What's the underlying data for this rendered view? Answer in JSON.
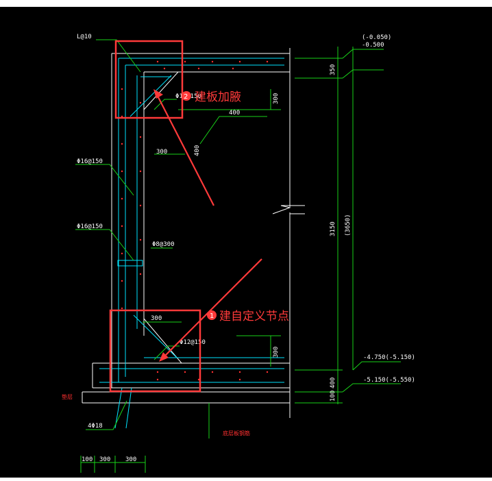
{
  "colors": {
    "background": "#000000",
    "concrete": "#ffffff",
    "rebar": "#00e5ff",
    "dimension": "#19d219",
    "marker": "#ff3a3a",
    "label_yellow": "#e6e600",
    "label_red": "#ff3030"
  },
  "callouts": {
    "haunch": {
      "number": "2",
      "text": "建板加腋"
    },
    "node": {
      "number": "1",
      "text": "建自定义节点"
    }
  },
  "elevations": {
    "top_a": "(-0.050)",
    "top_b": "-0.500",
    "mid": "-4.750(-5.150)",
    "bottom": "-5.150(-5.550)"
  },
  "dimensions": {
    "slab_top": "350",
    "haunch_top_height": "300",
    "haunch_top_horiz": "400",
    "haunch_top_vert": "400",
    "wall_haunch_width": "300",
    "height_main": "3150",
    "height_total": "(3650)",
    "haunch_bottom_height": "300",
    "haunch_bottom_horiz": "300",
    "base_slab": "400",
    "bedding": "100",
    "bottom_row": [
      "100",
      "300",
      "300"
    ]
  },
  "rebar_labels": {
    "top": "L@10",
    "wall_1": "Φ16@150",
    "wall_2": "Φ16@150",
    "wall_center": "Φ8@300",
    "haunch_top": "Φ12@150",
    "haunch_bottom": "Φ12@150",
    "foot": "4Φ18"
  },
  "labels": {
    "bedding_left": "垫层",
    "bottom_note": "底层板钢筋"
  }
}
